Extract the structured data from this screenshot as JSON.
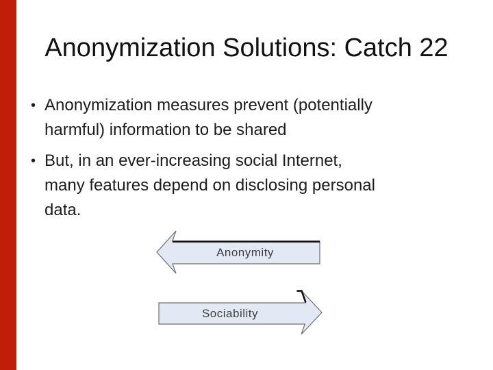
{
  "slide": {
    "title": "Anonymization Solutions: Catch 22",
    "bullet_glyph": "•",
    "bullets": [
      {
        "lines": [
          "Anonymization measures prevent (potentially",
          "harmful) information to be shared"
        ]
      },
      {
        "lines": [
          "But, in an ever-increasing social Internet,",
          "many features depend on disclosing personal",
          "data."
        ]
      }
    ],
    "arrows": [
      {
        "label": "Anonymity",
        "direction": "left"
      },
      {
        "label": "Sociability",
        "direction": "right"
      }
    ],
    "colors": {
      "background": "#ffffff",
      "edge_bar": "#bf1e08",
      "text": "#1c1c1c",
      "arrow_fill": "#e3e9f4",
      "arrow_outline": "#6e6e6e",
      "arrow_shadow": "#111111",
      "arrow_label": "#3f3f3f"
    }
  }
}
